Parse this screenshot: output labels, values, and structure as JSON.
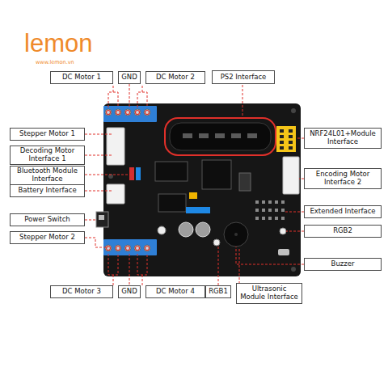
{
  "diagram": {
    "nodes": [
      {
        "text": [
          "DC Motor 1"
        ]
      },
      {
        "text": [
          "GND"
        ]
      },
      {
        "text": [
          "DC Motor 2"
        ]
      },
      {
        "text": [
          "PS2 Interface"
        ]
      },
      {
        "text": [
          "Stepper Motor 1"
        ]
      },
      {
        "text": [
          "NRF24L01+Module Interface"
        ]
      },
      {
        "text": [
          "Decoding Motor Interface 1"
        ]
      },
      {
        "text": [
          "Bluetooth Module Interface"
        ]
      },
      {
        "text": [
          "Encoding Motor Interface 2"
        ]
      },
      {
        "text": [
          "Battery Interface"
        ]
      },
      {
        "text": [
          "Extended Interface"
        ]
      },
      {
        "text": [
          "Power Switch"
        ]
      },
      {
        "text": [
          "RGB2"
        ]
      },
      {
        "text": [
          "Stepper Motor 2"
        ]
      },
      {
        "text": [
          "Buzzer"
        ]
      },
      {
        "text": [
          "DC Motor 3"
        ]
      },
      {
        "text": [
          "GND"
        ]
      },
      {
        "text": [
          "DC Motor 4"
        ]
      },
      {
        "text": [
          "RGB1"
        ]
      },
      {
        "text": [
          "Ultrasonic Module Interface"
        ]
      }
    ],
    "labels": [
      "lemon",
      "www.lemon.vn"
    ]
  }
}
